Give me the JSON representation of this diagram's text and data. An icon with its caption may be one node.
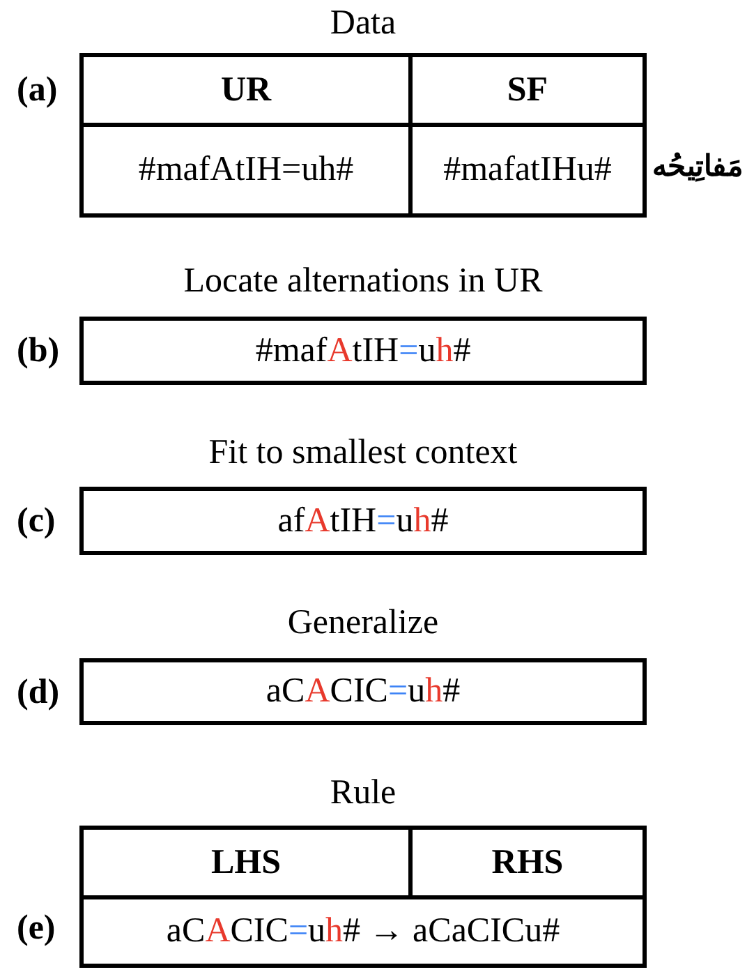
{
  "diagram": {
    "nodes": [
      {
        "text": [
          "Data"
        ],
        "beside": [
          "(a)",
          "مَفاتِيحُه"
        ]
      },
      {
        "text": [
          "UR"
        ],
        "in": 0
      },
      {
        "text": [
          "SF"
        ],
        "in": 0
      },
      {
        "text": [
          "#mafAtIH=uh#"
        ],
        "in": 0
      },
      {
        "text": [
          "#mafatIHu#"
        ],
        "in": 0
      },
      {
        "text": [
          "Locate alternations in UR",
          "#mafAtIH=uh#"
        ],
        "beside": [
          "(b)"
        ]
      },
      {
        "text": [
          "Fit to smallest context",
          "afAtIH=uh#"
        ],
        "beside": [
          "(c)"
        ]
      },
      {
        "text": [
          "Generalize",
          "aCACIC=uh#"
        ],
        "beside": [
          "(d)"
        ]
      },
      {
        "text": [
          "Rule"
        ],
        "beside": [
          "(e)"
        ]
      },
      {
        "text": [
          "LHS"
        ],
        "in": 8
      },
      {
        "text": [
          "RHS"
        ],
        "in": 8
      },
      {
        "text": [
          "aCACIC=uh# → aCaCICu#"
        ],
        "in": 8
      }
    ]
  }
}
